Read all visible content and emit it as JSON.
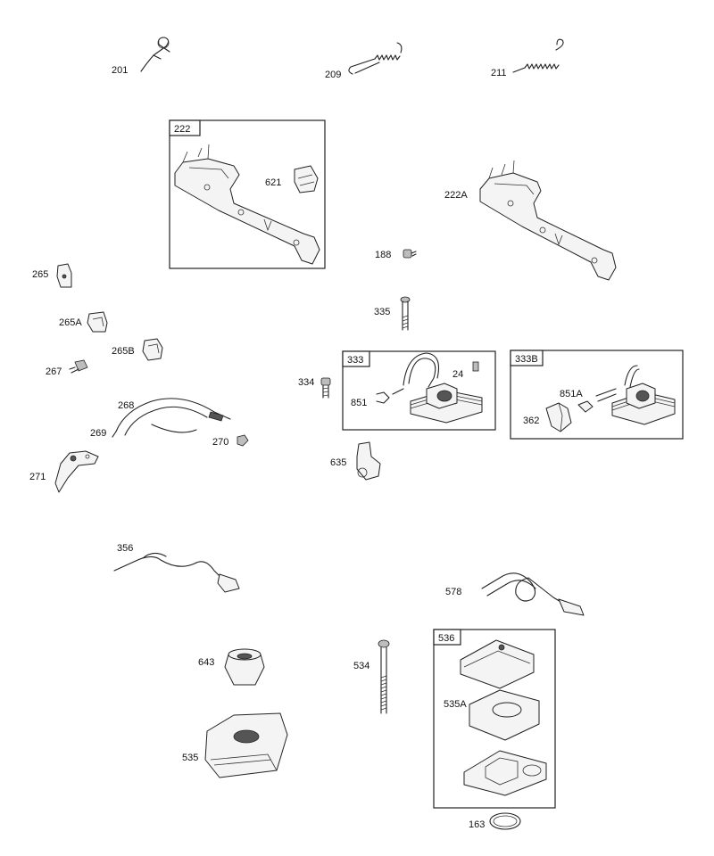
{
  "callouts": {
    "c201": "201",
    "c209": "209",
    "c211": "211",
    "c222": "222",
    "c621": "621",
    "c222A": "222A",
    "c188": "188",
    "c265": "265",
    "c265A": "265A",
    "c265B": "265B",
    "c267": "267",
    "c335": "335",
    "c333": "333",
    "c333B": "333B",
    "c334": "334",
    "c24": "24",
    "c851": "851",
    "c851A": "851A",
    "c362": "362",
    "c268": "268",
    "c269": "269",
    "c270": "270",
    "c271": "271",
    "c635": "635",
    "c356": "356",
    "c578": "578",
    "c643": "643",
    "c534": "534",
    "c536": "536",
    "c535A": "535A",
    "c535": "535",
    "c163": "163"
  }
}
